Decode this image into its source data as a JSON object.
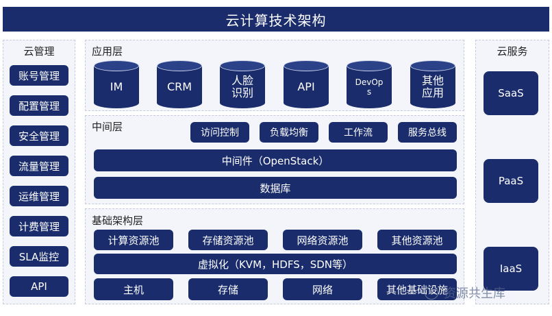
{
  "title": "云计算技术架构",
  "left_panel": {
    "heading": "云管理",
    "items": [
      "账号管理",
      "配置管理",
      "安全管理",
      "流量管理",
      "运维管理",
      "计费管理",
      "SLA监控",
      "API"
    ]
  },
  "right_panel": {
    "heading": "云服务",
    "items": [
      "SaaS",
      "PaaS",
      "IaaS"
    ]
  },
  "app_layer": {
    "heading": "应用层",
    "cylinders": [
      "IM",
      "CRM",
      "人脸\n识别",
      "API",
      "DevOp\ns",
      "其他\n应用"
    ]
  },
  "middle_layer": {
    "heading": "中间层",
    "services": [
      "访问控制",
      "负载均衡",
      "工作流",
      "服务总线"
    ],
    "middleware": "中间件（OpenStack）",
    "database": "数据库"
  },
  "infra_layer": {
    "heading": "基础架构层",
    "pools": [
      "计算资源池",
      "存储资源池",
      "网络资源池",
      "其他资源池"
    ],
    "virtualization": "虚拟化（KVM，HDFS，SDN等）",
    "hardware": [
      "主机",
      "存储",
      "网络",
      "其他基础设施"
    ]
  },
  "watermark": "资源共生库",
  "colors": {
    "primary": "#1a2c6b",
    "panel_bg": "#f3f5fa",
    "border": "#c5cbdb"
  }
}
